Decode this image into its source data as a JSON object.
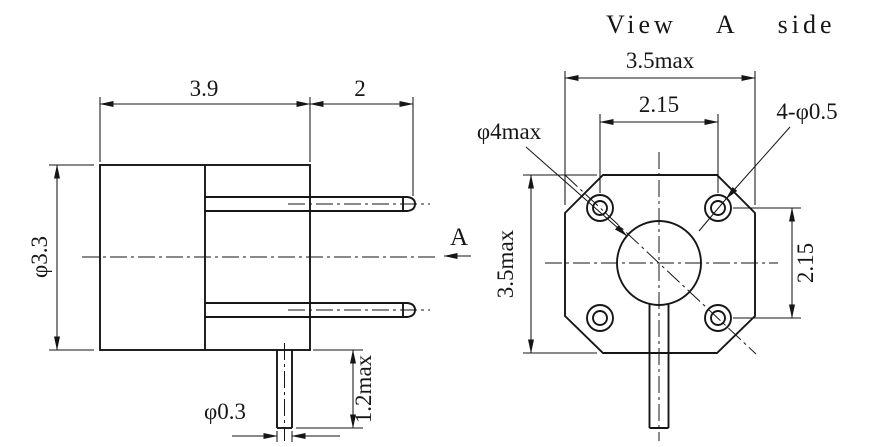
{
  "drawing": {
    "title": "View A side",
    "section_label": "A",
    "colors": {
      "line": "#161616",
      "background": "#ffffff"
    }
  },
  "left_view": {
    "dims": {
      "body_length": "3.9",
      "pin_length": "2",
      "body_diameter": "φ3.3",
      "tail_pin_diameter": "φ0.3",
      "tail_pin_length": "1.2max"
    }
  },
  "right_view": {
    "dims": {
      "flange_width": "3.5max",
      "flange_height": "3.5max",
      "hole_spacing_horizontal": "2.15",
      "hole_spacing_vertical": "2.15"
    },
    "labels": {
      "center_hole": "φ4max",
      "corner_holes": "4-φ0.5"
    }
  }
}
